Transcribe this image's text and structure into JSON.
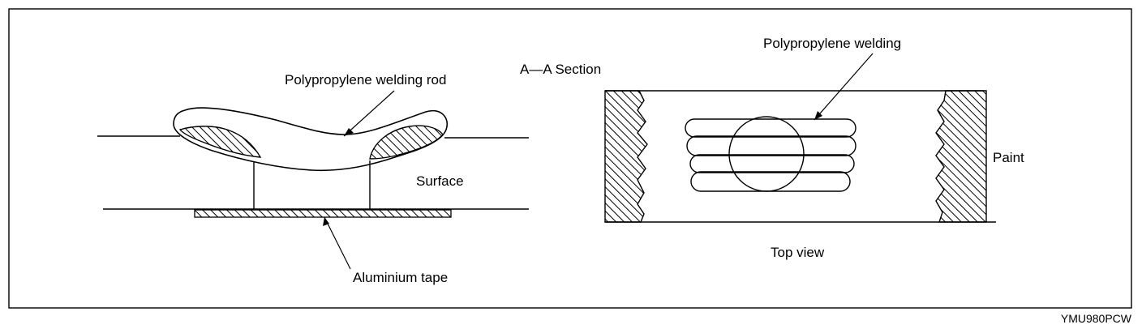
{
  "labels": {
    "welding_rod": "Polypropylene welding rod",
    "surface": "Surface",
    "aluminium_tape": "Aluminium tape",
    "section": "A—A Section",
    "welding": "Polypropylene welding",
    "paint": "Paint",
    "top_view": "Top view"
  },
  "figure_code": "YMU980PCW",
  "colors": {
    "ink": "#000000",
    "background": "#ffffff"
  }
}
